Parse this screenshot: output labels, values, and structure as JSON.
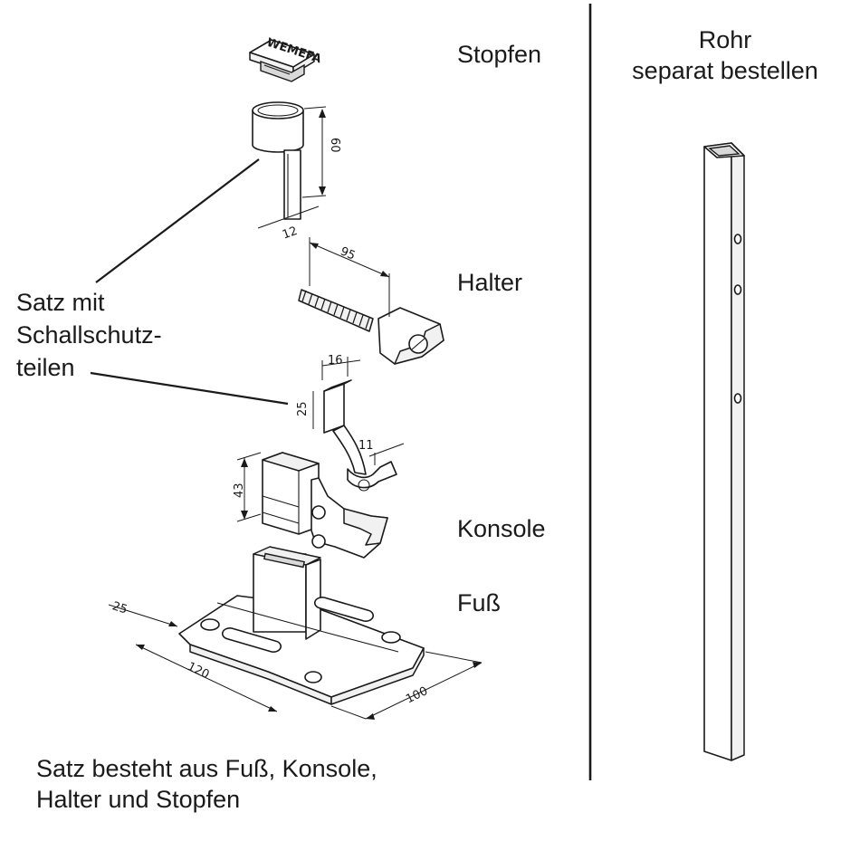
{
  "labels": {
    "stopfen": "Stopfen",
    "halter": "Halter",
    "konsole": "Konsole",
    "fuss": "Fuß",
    "rohr_line1": "Rohr",
    "rohr_line2": "separat bestellen",
    "satz_line1": "Satz mit",
    "satz_line2": "Schallschutz-",
    "satz_line3": "teilen",
    "caption_line1": "Satz besteht aus Fuß, Konsole,",
    "caption_line2": "Halter und Stopfen"
  },
  "dimensions": {
    "sleeve_height": "60",
    "sleeve_width": "12",
    "bolt_length": "95",
    "clip_width": "16",
    "clip_height": "25",
    "clip_depth": "11",
    "console_height": "43",
    "foot_side": "25",
    "foot_length": "120",
    "foot_width": "100"
  },
  "plug_marking": "WEMEFA",
  "colors": {
    "line": "#1a1a1a",
    "background": "#ffffff"
  }
}
